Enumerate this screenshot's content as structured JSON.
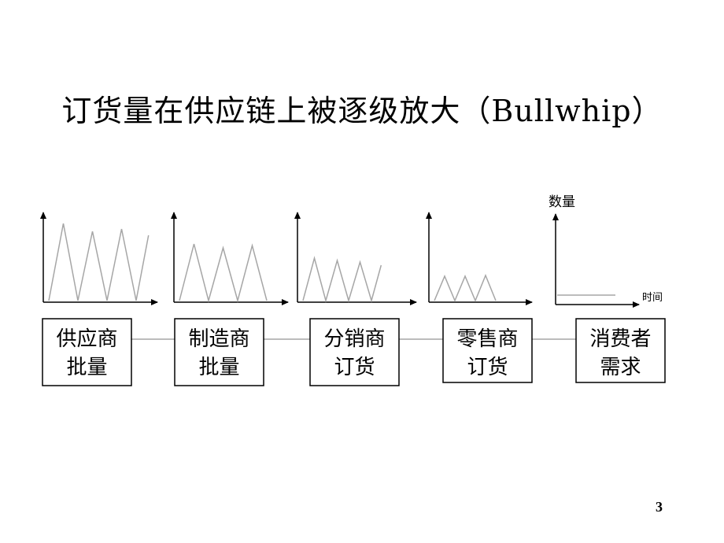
{
  "slide": {
    "title": "订货量在供应链上被逐级放大（Bullwhip）",
    "page_number": "3"
  },
  "axes_labels": {
    "y_label": "数量",
    "x_label": "时间"
  },
  "colors": {
    "box_border": "#000000",
    "connector": "#a6a6a6",
    "signal_line": "#a6a6a6",
    "axis": "#000000"
  },
  "stages": [
    {
      "id": "supplier",
      "line1": "供应商",
      "line2": "批量",
      "signal": {
        "peaks": [
          1.0,
          0.9,
          0.93
        ],
        "end": 0.85,
        "type": "zigzag"
      }
    },
    {
      "id": "manufacturer",
      "line1": "制造商",
      "line2": "批量",
      "signal": {
        "peaks": [
          0.74,
          0.69,
          0.72
        ],
        "end": null,
        "type": "zigzag"
      }
    },
    {
      "id": "distributor",
      "line1": "分销商",
      "line2": "订货",
      "signal": {
        "peaks": [
          0.56,
          0.53,
          0.51
        ],
        "end": 0.47,
        "type": "zigzag"
      }
    },
    {
      "id": "retailer",
      "line1": "零售商",
      "line2": "订货",
      "signal": {
        "peaks": [
          0.33,
          0.33,
          0.34
        ],
        "end": null,
        "type": "zigzag"
      }
    },
    {
      "id": "consumer",
      "line1": "消费者",
      "line2": "需求",
      "signal": {
        "level": 0.12,
        "type": "flat"
      }
    }
  ]
}
